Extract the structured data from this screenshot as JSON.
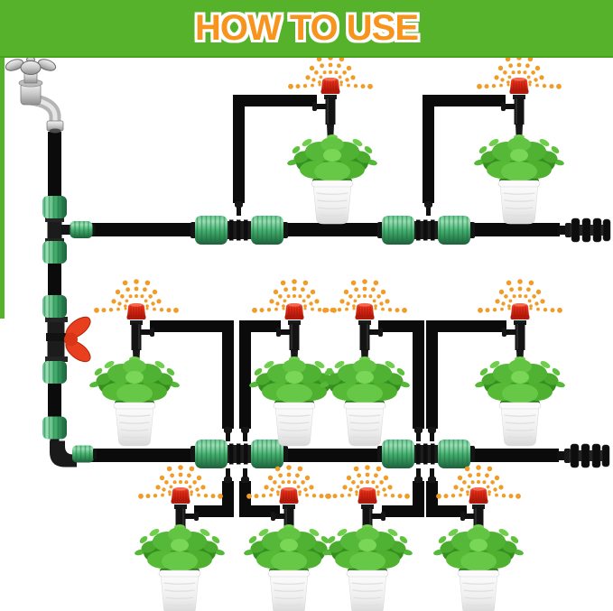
{
  "header": {
    "title": "HOW TO USE"
  },
  "palette": {
    "banner_green": "#55B22A",
    "title_orange": "#F7941E",
    "title_outline": "#FFFFFF",
    "tubing_black": "#0B0B0B",
    "fitting_green": "#4CB874",
    "dripper_cap_red": "#E2301D",
    "valve_handle_red": "#EE4423",
    "spray_orange": "#F09C28",
    "pot_white": "#F4F4F4",
    "plant_green": "#4FAE30",
    "faucet_silver": "#C9C9C9"
  },
  "diagram": {
    "components": [
      {
        "icon": "faucet-icon",
        "name": "water tap",
        "count": 1
      },
      {
        "icon": "tee-connector-icon",
        "name": "tee connector",
        "count": 1
      },
      {
        "icon": "valve-icon",
        "name": "shut-off valve with red handle",
        "count": 1
      },
      {
        "icon": "elbow-connector-icon",
        "name": "elbow connector",
        "count": 1
      },
      {
        "icon": "coupling-icon",
        "name": "barbed hose coupling",
        "count": 4
      },
      {
        "icon": "dripper-icon",
        "name": "misting dripper stake",
        "count": 10
      },
      {
        "icon": "spray-dots-icon",
        "name": "water spray",
        "count": 10
      },
      {
        "icon": "plant-pot-icon",
        "name": "potted plant",
        "count": 10
      },
      {
        "icon": "end-plug-icon",
        "name": "tubing end plug",
        "count": 2
      }
    ]
  }
}
